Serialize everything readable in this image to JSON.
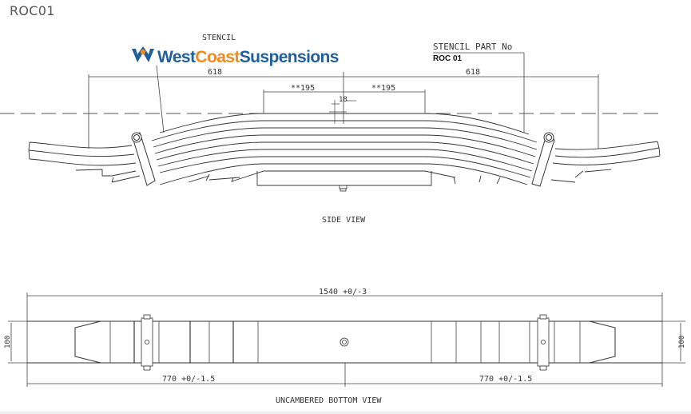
{
  "page": {
    "title": "ROC01"
  },
  "colors": {
    "logo_blue": "#1f5f9a",
    "logo_orange": "#f08a24",
    "line": "#333333",
    "dim_line": "#444444"
  },
  "logo": {
    "part1": "West",
    "part2": "Coast",
    "part3": "Suspensions",
    "icon": "kangaroo-w-logo-icon"
  },
  "side_view": {
    "stencil_label": "STENCIL",
    "stencil_part_label": "STENCIL PART No",
    "stencil_part_value": "ROC 01",
    "dim_left_span": "618",
    "dim_right_span": "618",
    "dim_left_clamp": "**195",
    "dim_right_clamp": "**195",
    "dim_center": "18",
    "caption": "SIDE VIEW"
  },
  "bottom_view": {
    "dim_overall": "1540 +0/-3",
    "dim_left_half": "770 +0/-1.5",
    "dim_right_half": "770 +0/-1.5",
    "dim_width_left": "100",
    "dim_width_right": "100",
    "caption": "UNCAMBERED BOTTOM VIEW"
  }
}
